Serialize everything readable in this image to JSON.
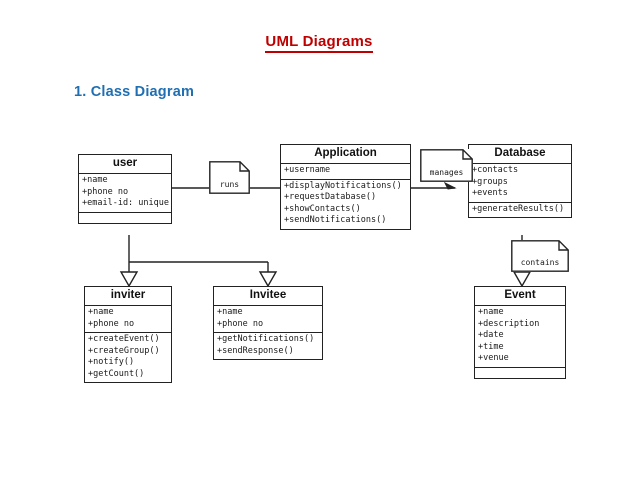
{
  "page": {
    "title": "UML Diagrams",
    "section_heading": "1. Class Diagram",
    "title_color": "#c00000",
    "heading_color": "#1f6fb2"
  },
  "diagram": {
    "type": "uml-class-diagram",
    "classes": [
      {
        "id": "user",
        "name": "user",
        "attributes": [
          "+name",
          "+phone no",
          "+email-id: unique"
        ],
        "methods": [],
        "has_empty_compartment": true
      },
      {
        "id": "application",
        "name": "Application",
        "attributes": [
          "+username"
        ],
        "methods": [
          "+displayNotifications()",
          "+requestDatabase()",
          "+showContacts()",
          "+sendNotifications()"
        ],
        "has_empty_compartment": false
      },
      {
        "id": "database",
        "name": "Database",
        "attributes": [
          "+contacts",
          "+groups",
          "+events"
        ],
        "methods": [
          "+generateResults()"
        ],
        "has_empty_compartment": false
      },
      {
        "id": "inviter",
        "name": "inviter",
        "attributes": [
          "+name",
          "+phone no"
        ],
        "methods": [
          "+createEvent()",
          "+createGroup()",
          "+notify()",
          "+getCount()"
        ],
        "has_empty_compartment": false
      },
      {
        "id": "invitee",
        "name": "Invitee",
        "attributes": [
          "+name",
          "+phone no"
        ],
        "methods": [
          "+getNotifications()",
          "+sendResponse()"
        ],
        "has_empty_compartment": false
      },
      {
        "id": "event",
        "name": "Event",
        "attributes": [
          "+name",
          "+description",
          "+date",
          "+time",
          "+venue"
        ],
        "methods": [],
        "has_empty_compartment": true
      }
    ],
    "notes": [
      {
        "id": "note-runs",
        "label": "runs",
        "on_edge": "user-application"
      },
      {
        "id": "note-manages",
        "label": "manages",
        "on_edge": "application-database"
      },
      {
        "id": "note-contains",
        "label": "contains",
        "on_edge": "database-event"
      }
    ],
    "relationships": [
      {
        "from": "user",
        "to": "application",
        "label": "runs",
        "arrow": "none"
      },
      {
        "from": "application",
        "to": "database",
        "label": "manages",
        "arrow": "open-arrow"
      },
      {
        "from": "database",
        "to": "event",
        "label": "contains",
        "arrow": "hollow-triangle"
      },
      {
        "from": "inviter",
        "to": "user",
        "label": "",
        "arrow": "hollow-triangle"
      },
      {
        "from": "invitee",
        "to": "user",
        "label": "",
        "arrow": "hollow-triangle"
      }
    ]
  }
}
